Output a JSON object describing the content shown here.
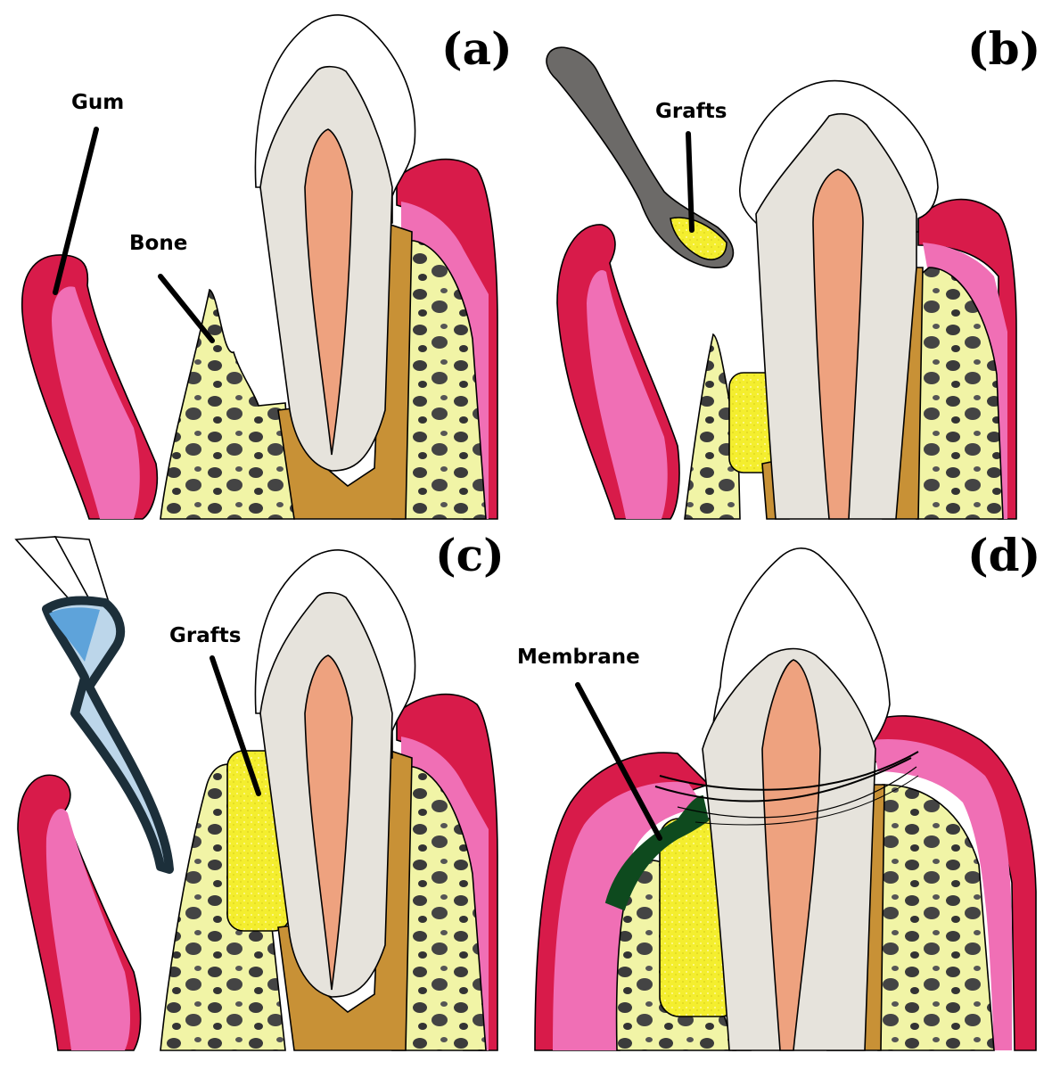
{
  "panels": [
    {
      "letter": "(a)",
      "labels": [
        "Gum",
        "Bone"
      ]
    },
    {
      "letter": "(b)",
      "labels": [
        "Grafts"
      ]
    },
    {
      "letter": "(c)",
      "labels": [
        "Grafts"
      ]
    },
    {
      "letter": "(d)",
      "labels": [
        "Membrane"
      ]
    }
  ],
  "colors": {
    "gum_outer": "#d81b4a",
    "gum_inner": "#f06fb5",
    "bone": "#f1f4a6",
    "bone_pores": "#3b3b3b",
    "ligament": "#c89136",
    "enamel": "#ffffff",
    "dentin": "#e6e3dc",
    "pulp": "#eea27f",
    "graft": "#f4ee2e",
    "membrane": "#0e4a1e",
    "spoon": "#6c6a68",
    "instrument": "#bcd6ea",
    "instrument_dark": "#1c2f3a"
  }
}
